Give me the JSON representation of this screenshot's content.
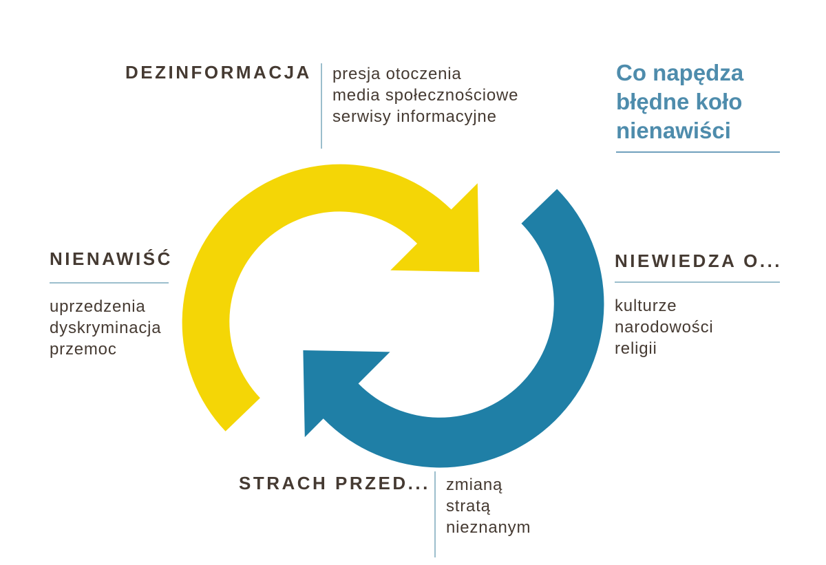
{
  "colors": {
    "arrow_yellow": "#F4D606",
    "arrow_blue": "#1F7FA6",
    "title_blue": "#4E8CAC",
    "rule_blue": "#9BBECC",
    "title_rule_blue": "#6FA0BC",
    "text_dark": "#453A32"
  },
  "title": {
    "text": "Co napędza\nbłędne koło\nnienawiści"
  },
  "nodes": {
    "disinformation": {
      "label": "DEZINFORMACJA",
      "items": [
        "presja otoczenia",
        "media społecznościowe",
        "serwisy informacyjne"
      ]
    },
    "ignorance": {
      "label": "NIEWIEDZA O...",
      "items": [
        "kulturze",
        "narodowości",
        "religii"
      ]
    },
    "fear": {
      "label": "STRACH PRZED...",
      "items": [
        "zmianą",
        "stratą",
        "nieznanym"
      ]
    },
    "hate": {
      "label": "NIENAWIŚĆ",
      "items": [
        "uprzedzenia",
        "dyskryminacja",
        "przemoc"
      ]
    }
  }
}
